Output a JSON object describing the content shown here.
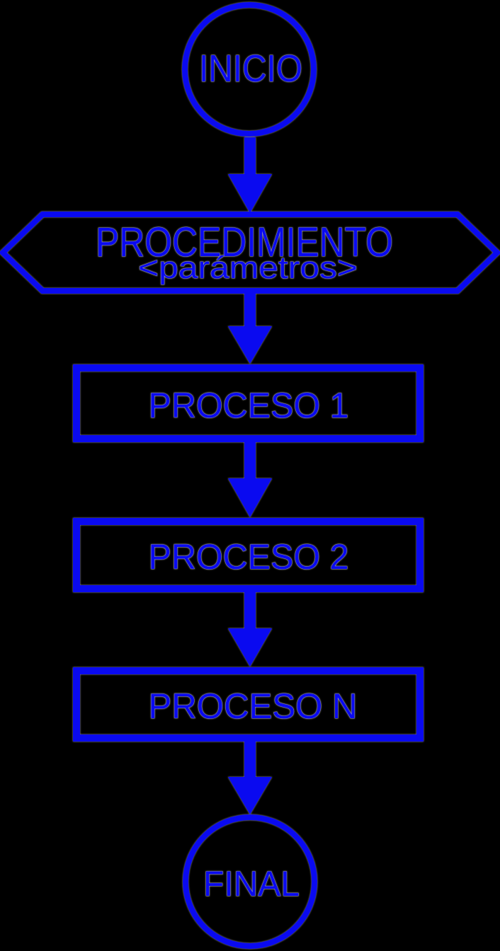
{
  "colors": {
    "primary": "#0A0AF0",
    "background": "#000000"
  },
  "diagram": {
    "type": "flowchart",
    "direction": "top-down",
    "nodes": [
      {
        "id": "start",
        "shape": "terminator-circle",
        "label": "INICIO"
      },
      {
        "id": "procedure",
        "shape": "preparation-hexagon",
        "label": "PROCEDIMIENTO",
        "sublabel": "<parámetros>"
      },
      {
        "id": "proceso-1",
        "shape": "process-rectangle",
        "label": "PROCESO 1"
      },
      {
        "id": "proceso-2",
        "shape": "process-rectangle",
        "label": "PROCESO 2"
      },
      {
        "id": "proceso-n",
        "shape": "process-rectangle",
        "label": "PROCESO N"
      },
      {
        "id": "end",
        "shape": "terminator-circle",
        "label": "FINAL"
      }
    ],
    "edges": [
      {
        "from": "start",
        "to": "procedure",
        "style": "solid-arrow-down"
      },
      {
        "from": "procedure",
        "to": "proceso-1",
        "style": "solid-arrow-down"
      },
      {
        "from": "proceso-1",
        "to": "proceso-2",
        "style": "solid-arrow-down"
      },
      {
        "from": "proceso-2",
        "to": "proceso-n",
        "style": "solid-arrow-down"
      },
      {
        "from": "proceso-n",
        "to": "end",
        "style": "solid-arrow-down"
      }
    ]
  }
}
